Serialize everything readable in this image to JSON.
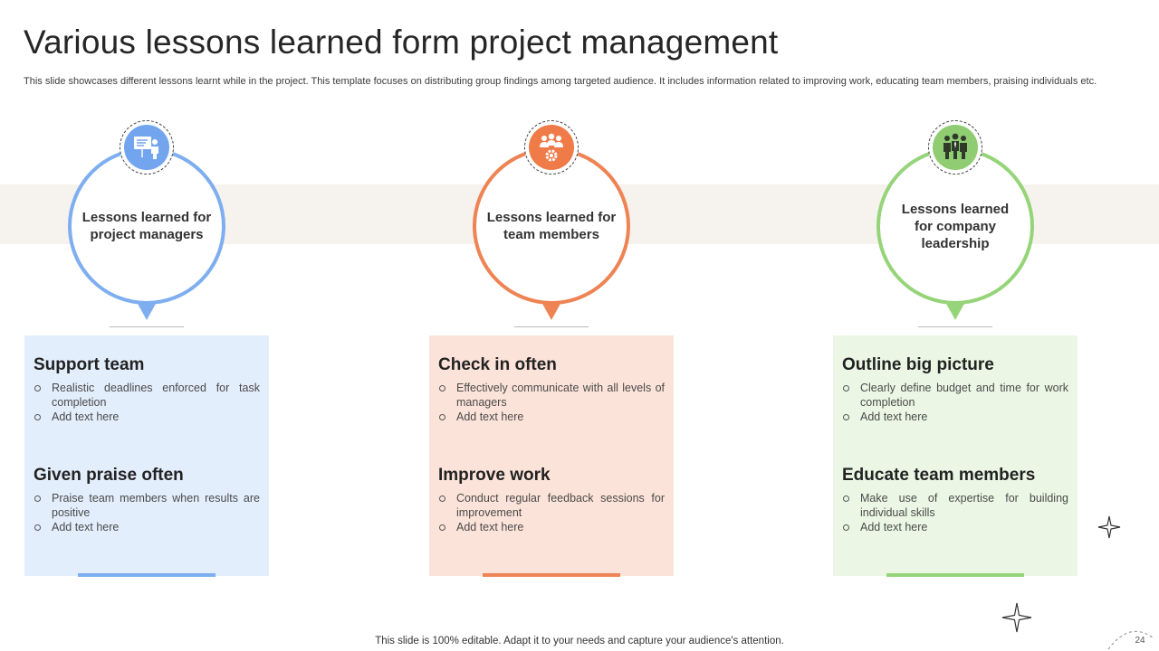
{
  "slide": {
    "title": "Various lessons learned form project management",
    "subtitle": "This slide showcases different lessons learnt while in the project. This template focuses on distributing group findings among targeted audience. It includes information related to improving work, educating team members, praising individuals etc.",
    "footer": "This slide is 100% editable. Adapt it to your needs and capture your audience's attention.",
    "page_number": "24"
  },
  "columns": [
    {
      "label": "Lessons learned for project managers",
      "icon": "presentation-icon",
      "color": "#7eaef0",
      "sections": [
        {
          "title": "Support team",
          "bullets": [
            "Realistic deadlines enforced for task completion",
            "Add text here"
          ]
        },
        {
          "title": "Given praise often",
          "bullets": [
            "Praise team members when results are positive",
            "Add text here"
          ]
        }
      ]
    },
    {
      "label": "Lessons learned for team members",
      "icon": "team-gear-icon",
      "color": "#ee8354",
      "sections": [
        {
          "title": "Check in often",
          "bullets": [
            "Effectively communicate with all levels of managers",
            "Add text here"
          ]
        },
        {
          "title": "Improve work",
          "bullets": [
            "Conduct regular feedback sessions for improvement",
            "Add text here"
          ]
        }
      ]
    },
    {
      "label": "Lessons learned for company leadership",
      "icon": "leadership-group-icon",
      "color": "#96d479",
      "sections": [
        {
          "title": "Outline big picture",
          "bullets": [
            "Clearly define budget and time for work completion",
            "Add text here"
          ]
        },
        {
          "title": "Educate team members",
          "bullets": [
            "Make use of expertise for building individual skills",
            "Add text here"
          ]
        }
      ]
    }
  ]
}
